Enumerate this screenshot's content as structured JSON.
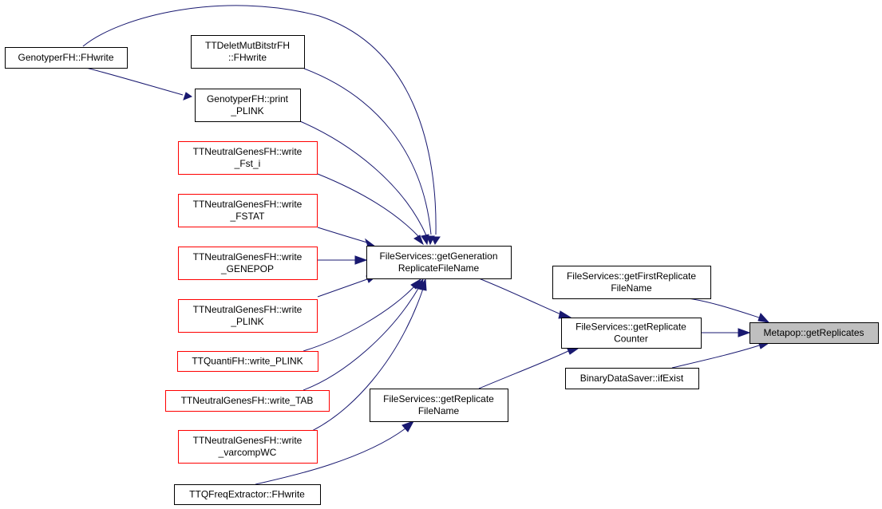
{
  "colors": {
    "edge": "#191970",
    "box_border_default": "#000000",
    "box_border_highlight": "#ff0000",
    "box_fill_default": "#ffffff",
    "box_fill_focus": "#bfbfbf"
  },
  "nodes": [
    {
      "id": "genotyper_fhwrite",
      "lines": [
        "GenotyperFH::FHwrite"
      ],
      "style": "default"
    },
    {
      "id": "ttdeletmut_fhwrite",
      "lines": [
        "TTDeletMutBitstrFH",
        "::FHwrite"
      ],
      "style": "default"
    },
    {
      "id": "genotyper_print_plink",
      "lines": [
        "GenotyperFH::print",
        "_PLINK"
      ],
      "style": "default"
    },
    {
      "id": "neutral_write_fst_i",
      "lines": [
        "TTNeutralGenesFH::write",
        "_Fst_i"
      ],
      "style": "highlight"
    },
    {
      "id": "neutral_write_fstat",
      "lines": [
        "TTNeutralGenesFH::write",
        "_FSTAT"
      ],
      "style": "highlight"
    },
    {
      "id": "neutral_write_genepop",
      "lines": [
        "TTNeutralGenesFH::write",
        "_GENEPOP"
      ],
      "style": "highlight"
    },
    {
      "id": "neutral_write_plink",
      "lines": [
        "TTNeutralGenesFH::write",
        "_PLINK"
      ],
      "style": "highlight"
    },
    {
      "id": "quanti_write_plink",
      "lines": [
        "TTQuantiFH::write_PLINK"
      ],
      "style": "highlight"
    },
    {
      "id": "neutral_write_tab",
      "lines": [
        "TTNeutralGenesFH::write_TAB"
      ],
      "style": "highlight"
    },
    {
      "id": "neutral_write_varcompwc",
      "lines": [
        "TTNeutralGenesFH::write",
        "_varcompWC"
      ],
      "style": "highlight"
    },
    {
      "id": "qfreq_fhwrite",
      "lines": [
        "TTQFreqExtractor::FHwrite"
      ],
      "style": "default"
    },
    {
      "id": "fs_get_generation_replicate_filename",
      "lines": [
        "FileServices::getGeneration",
        "ReplicateFileName"
      ],
      "style": "default"
    },
    {
      "id": "fs_get_replicate_filename",
      "lines": [
        "FileServices::getReplicate",
        "FileName"
      ],
      "style": "default"
    },
    {
      "id": "fs_get_first_replicate_filename",
      "lines": [
        "FileServices::getFirstReplicate",
        "FileName"
      ],
      "style": "default"
    },
    {
      "id": "fs_get_replicate_counter",
      "lines": [
        "FileServices::getReplicate",
        "Counter"
      ],
      "style": "default"
    },
    {
      "id": "binarydatasaver_ifexist",
      "lines": [
        "BinaryDataSaver::ifExist"
      ],
      "style": "default"
    },
    {
      "id": "metapop_get_replicates",
      "lines": [
        "Metapop::getReplicates"
      ],
      "style": "focus"
    }
  ],
  "edges": [
    {
      "from": "genotyper_print_plink",
      "to": "genotyper_fhwrite"
    },
    {
      "from": "fs_get_generation_replicate_filename",
      "to": "genotyper_fhwrite"
    },
    {
      "from": "fs_get_generation_replicate_filename",
      "to": "ttdeletmut_fhwrite"
    },
    {
      "from": "fs_get_generation_replicate_filename",
      "to": "genotyper_print_plink"
    },
    {
      "from": "fs_get_generation_replicate_filename",
      "to": "neutral_write_fst_i"
    },
    {
      "from": "fs_get_generation_replicate_filename",
      "to": "neutral_write_fstat"
    },
    {
      "from": "fs_get_generation_replicate_filename",
      "to": "neutral_write_genepop"
    },
    {
      "from": "fs_get_generation_replicate_filename",
      "to": "neutral_write_plink"
    },
    {
      "from": "fs_get_generation_replicate_filename",
      "to": "quanti_write_plink"
    },
    {
      "from": "fs_get_generation_replicate_filename",
      "to": "neutral_write_tab"
    },
    {
      "from": "fs_get_generation_replicate_filename",
      "to": "neutral_write_varcompwc"
    },
    {
      "from": "fs_get_replicate_filename",
      "to": "qfreq_fhwrite"
    },
    {
      "from": "fs_get_replicate_counter",
      "to": "fs_get_generation_replicate_filename"
    },
    {
      "from": "fs_get_replicate_counter",
      "to": "fs_get_replicate_filename"
    },
    {
      "from": "metapop_get_replicates",
      "to": "fs_get_first_replicate_filename"
    },
    {
      "from": "metapop_get_replicates",
      "to": "fs_get_replicate_counter"
    },
    {
      "from": "metapop_get_replicates",
      "to": "binarydatasaver_ifexist"
    }
  ]
}
